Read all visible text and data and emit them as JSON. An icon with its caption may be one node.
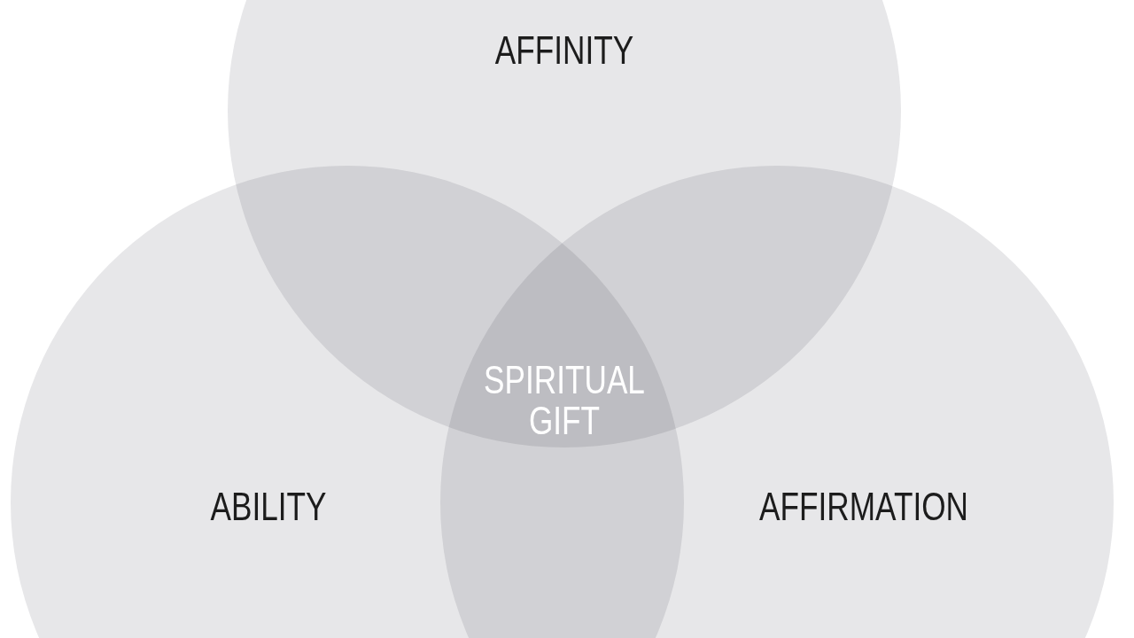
{
  "diagram": {
    "nodes": [
      {
        "text": [
          "AFFINITY"
        ]
      },
      {
        "text": [
          "ABILITY"
        ]
      },
      {
        "text": [
          "AFFIRMATION"
        ]
      }
    ],
    "edges": [],
    "labels": [
      "SPIRITUAL GIFT"
    ]
  }
}
